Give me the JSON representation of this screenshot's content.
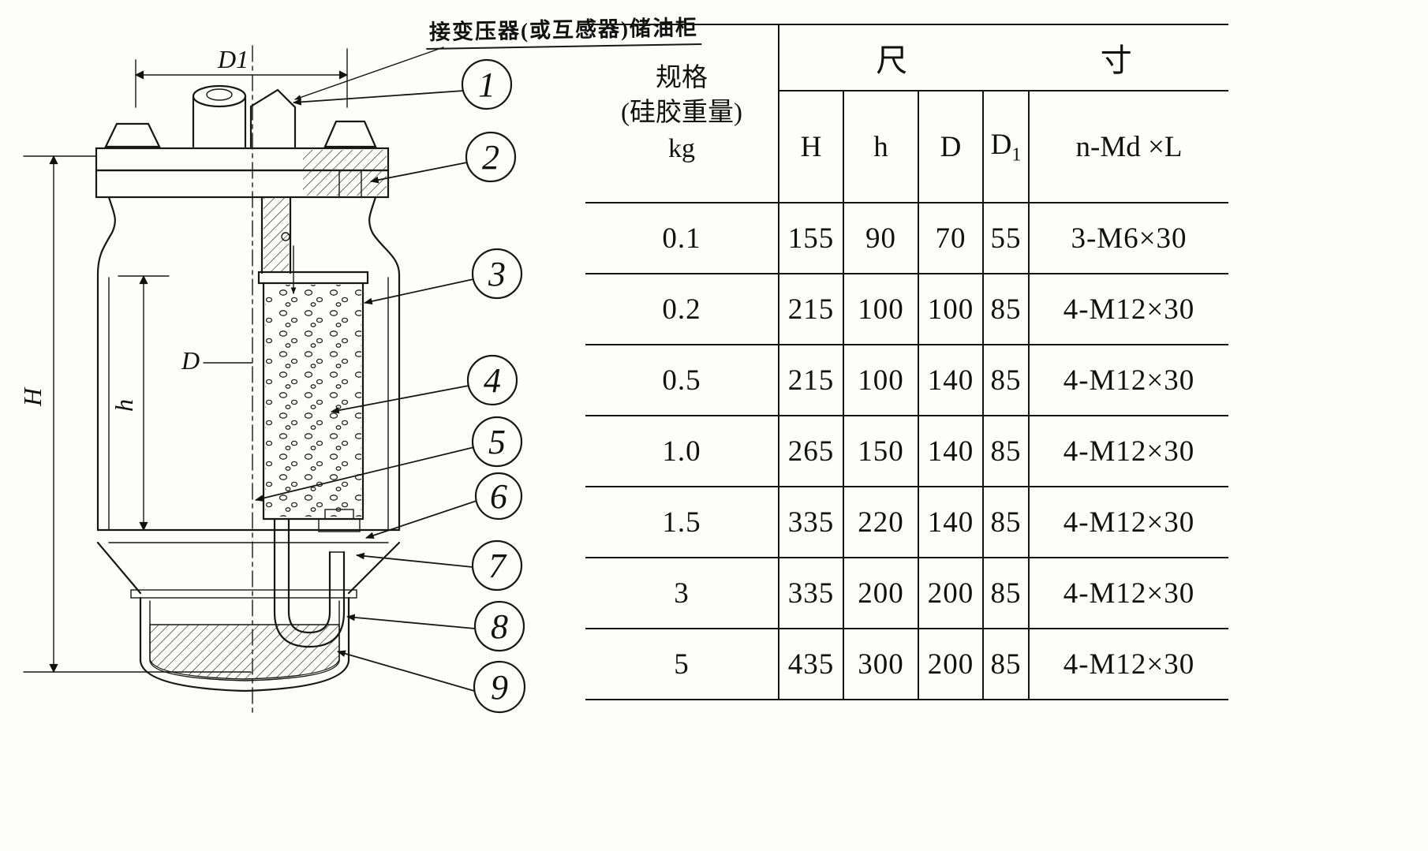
{
  "annotation": {
    "pipe_label": "接变压器(或互感器)储油柜"
  },
  "drawing": {
    "dims": {
      "d1": "D1",
      "d": "D",
      "h": "h",
      "H": "H"
    },
    "callouts": [
      "1",
      "2",
      "3",
      "4",
      "5",
      "6",
      "7",
      "8",
      "9"
    ]
  },
  "table": {
    "spec_header": {
      "line1": "规格",
      "line2": "(硅胶重量)",
      "line3": "kg"
    },
    "size_header": {
      "char1": "尺",
      "char2": "寸"
    },
    "columns": {
      "H": "H",
      "h": "h",
      "D": "D",
      "D1_main": "D",
      "D1_sub": "1",
      "nMdL": "n-Md ×L"
    },
    "rows": [
      [
        "0.1",
        "155",
        "90",
        "70",
        "55",
        "3-M6×30"
      ],
      [
        "0.2",
        "215",
        "100",
        "100",
        "85",
        "4-M12×30"
      ],
      [
        "0.5",
        "215",
        "100",
        "140",
        "85",
        "4-M12×30"
      ],
      [
        "1.0",
        "265",
        "150",
        "140",
        "85",
        "4-M12×30"
      ],
      [
        "1.5",
        "335",
        "220",
        "140",
        "85",
        "4-M12×30"
      ],
      [
        "3",
        "335",
        "200",
        "200",
        "85",
        "4-M12×30"
      ],
      [
        "5",
        "435",
        "300",
        "200",
        "85",
        "4-M12×30"
      ]
    ]
  }
}
